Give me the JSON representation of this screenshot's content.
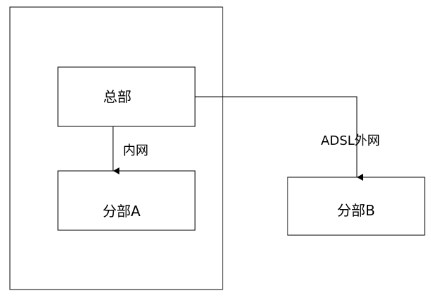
{
  "nodes": {
    "headquarters": {
      "label": "总部"
    },
    "branch_a": {
      "label": "分部A"
    },
    "branch_b": {
      "label": "分部B"
    }
  },
  "edges": {
    "internal": {
      "label": "内网",
      "from": "headquarters",
      "to": "branch_a"
    },
    "external": {
      "label": "ADSL外网",
      "from": "headquarters",
      "to": "branch_b"
    }
  },
  "colors": {
    "stroke": "#000000",
    "background": "#ffffff"
  }
}
